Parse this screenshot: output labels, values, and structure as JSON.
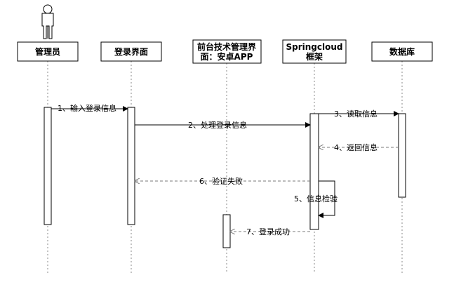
{
  "participants": [
    {
      "id": "admin",
      "label_lines": [
        "管理员"
      ],
      "is_actor": true
    },
    {
      "id": "login",
      "label_lines": [
        "登录界面"
      ]
    },
    {
      "id": "frontend",
      "label_lines": [
        "前台技术管理界",
        "面：安卓APP"
      ]
    },
    {
      "id": "springcloud",
      "label_lines": [
        "Springcloud",
        "框架"
      ]
    },
    {
      "id": "database",
      "label_lines": [
        "数据库"
      ]
    }
  ],
  "messages": [
    {
      "id": "m1",
      "from": "admin",
      "to": "login",
      "label": "1、输入登录信息",
      "style": "solid"
    },
    {
      "id": "m2",
      "from": "login",
      "to": "springcloud",
      "label": "2、处理登录信息",
      "style": "solid"
    },
    {
      "id": "m3",
      "from": "springcloud",
      "to": "database",
      "label": "3、读取信息",
      "style": "solid"
    },
    {
      "id": "m4",
      "from": "database",
      "to": "springcloud",
      "label": "4、返回信息",
      "style": "dashed"
    },
    {
      "id": "m5",
      "from": "springcloud",
      "to": "springcloud",
      "label": "5、信息检验",
      "style": "self"
    },
    {
      "id": "m6",
      "from": "springcloud",
      "to": "login",
      "label": "6、验证失败",
      "style": "dashed"
    },
    {
      "id": "m7",
      "from": "springcloud",
      "to": "frontend",
      "label": "7、登录成功",
      "style": "dashed"
    }
  ]
}
